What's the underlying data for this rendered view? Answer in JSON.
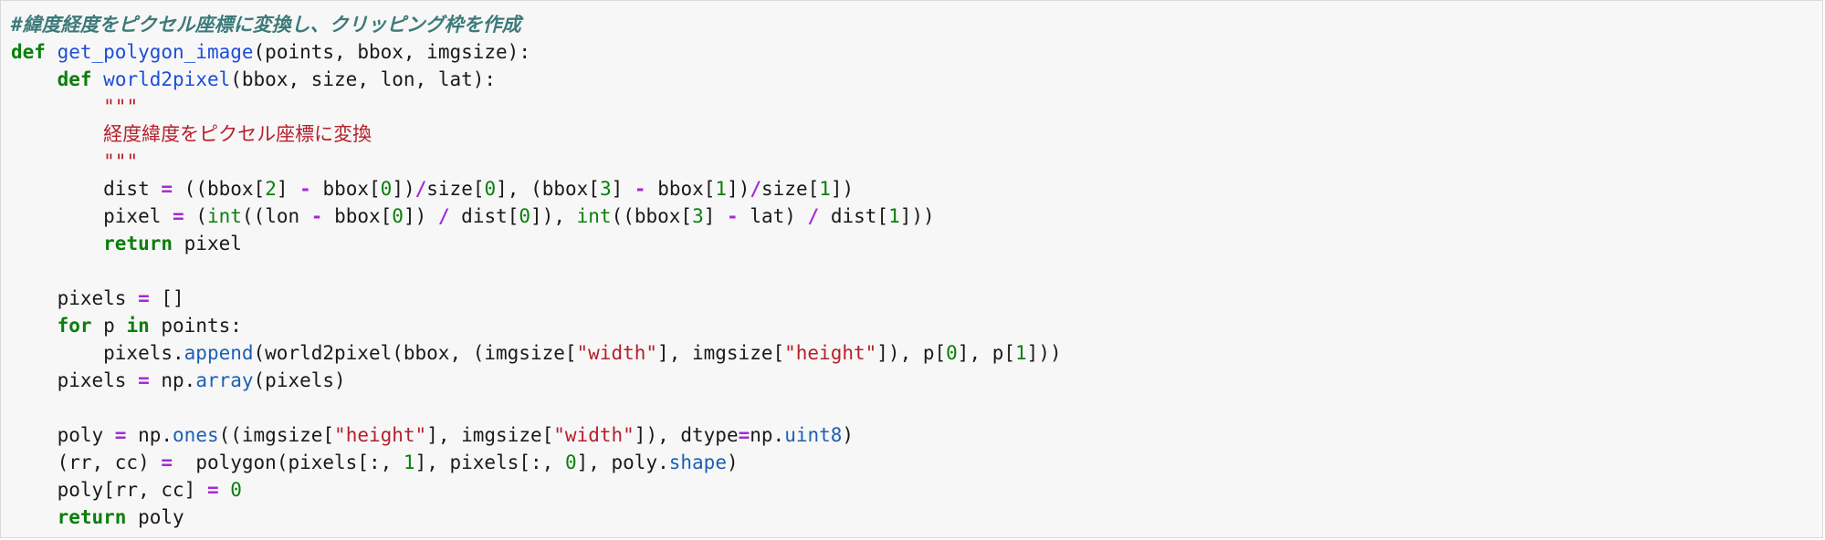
{
  "code": {
    "language": "python",
    "lines": [
      [
        [
          "cm",
          "#緯度経度をピクセル座標に変換し、クリッピング枠を作成"
        ]
      ],
      [
        [
          "kw",
          "def"
        ],
        [
          "tx",
          " "
        ],
        [
          "fn",
          "get_polygon_image"
        ],
        [
          "tx",
          "(points, bbox, imgsize):"
        ]
      ],
      [
        [
          "tx",
          "    "
        ],
        [
          "kw",
          "def"
        ],
        [
          "tx",
          " "
        ],
        [
          "fn",
          "world2pixel"
        ],
        [
          "tx",
          "(bbox, size, lon, lat):"
        ]
      ],
      [
        [
          "tx",
          "        "
        ],
        [
          "str",
          "\"\"\""
        ]
      ],
      [
        [
          "tx",
          "        "
        ],
        [
          "str",
          "経度緯度をピクセル座標に変換"
        ]
      ],
      [
        [
          "tx",
          "        "
        ],
        [
          "str",
          "\"\"\""
        ]
      ],
      [
        [
          "tx",
          "        dist "
        ],
        [
          "op",
          "="
        ],
        [
          "tx",
          " ((bbox["
        ],
        [
          "num",
          "2"
        ],
        [
          "tx",
          "] "
        ],
        [
          "op",
          "-"
        ],
        [
          "tx",
          " bbox["
        ],
        [
          "num",
          "0"
        ],
        [
          "tx",
          "])"
        ],
        [
          "op",
          "/"
        ],
        [
          "tx",
          "size["
        ],
        [
          "num",
          "0"
        ],
        [
          "tx",
          "], (bbox["
        ],
        [
          "num",
          "3"
        ],
        [
          "tx",
          "] "
        ],
        [
          "op",
          "-"
        ],
        [
          "tx",
          " bbox["
        ],
        [
          "num",
          "1"
        ],
        [
          "tx",
          "])"
        ],
        [
          "op",
          "/"
        ],
        [
          "tx",
          "size["
        ],
        [
          "num",
          "1"
        ],
        [
          "tx",
          "])"
        ]
      ],
      [
        [
          "tx",
          "        pixel "
        ],
        [
          "op",
          "="
        ],
        [
          "tx",
          " ("
        ],
        [
          "builtin",
          "int"
        ],
        [
          "tx",
          "((lon "
        ],
        [
          "op",
          "-"
        ],
        [
          "tx",
          " bbox["
        ],
        [
          "num",
          "0"
        ],
        [
          "tx",
          "]) "
        ],
        [
          "op",
          "/"
        ],
        [
          "tx",
          " dist["
        ],
        [
          "num",
          "0"
        ],
        [
          "tx",
          "]), "
        ],
        [
          "builtin",
          "int"
        ],
        [
          "tx",
          "((bbox["
        ],
        [
          "num",
          "3"
        ],
        [
          "tx",
          "] "
        ],
        [
          "op",
          "-"
        ],
        [
          "tx",
          " lat) "
        ],
        [
          "op",
          "/"
        ],
        [
          "tx",
          " dist["
        ],
        [
          "num",
          "1"
        ],
        [
          "tx",
          "]))"
        ]
      ],
      [
        [
          "tx",
          "        "
        ],
        [
          "kw",
          "return"
        ],
        [
          "tx",
          " pixel"
        ]
      ],
      [],
      [
        [
          "tx",
          "    pixels "
        ],
        [
          "op",
          "="
        ],
        [
          "tx",
          " []"
        ]
      ],
      [
        [
          "tx",
          "    "
        ],
        [
          "kw",
          "for"
        ],
        [
          "tx",
          " p "
        ],
        [
          "kw",
          "in"
        ],
        [
          "tx",
          " points:"
        ]
      ],
      [
        [
          "tx",
          "        pixels."
        ],
        [
          "attr",
          "append"
        ],
        [
          "tx",
          "(world2pixel(bbox, (imgsize["
        ],
        [
          "str",
          "\"width\""
        ],
        [
          "tx",
          "], imgsize["
        ],
        [
          "str",
          "\"height\""
        ],
        [
          "tx",
          "]), p["
        ],
        [
          "num",
          "0"
        ],
        [
          "tx",
          "], p["
        ],
        [
          "num",
          "1"
        ],
        [
          "tx",
          "]))"
        ]
      ],
      [
        [
          "tx",
          "    pixels "
        ],
        [
          "op",
          "="
        ],
        [
          "tx",
          " np."
        ],
        [
          "attr",
          "array"
        ],
        [
          "tx",
          "(pixels)"
        ]
      ],
      [],
      [
        [
          "tx",
          "    poly "
        ],
        [
          "op",
          "="
        ],
        [
          "tx",
          " np."
        ],
        [
          "attr",
          "ones"
        ],
        [
          "tx",
          "((imgsize["
        ],
        [
          "str",
          "\"height\""
        ],
        [
          "tx",
          "], imgsize["
        ],
        [
          "str",
          "\"width\""
        ],
        [
          "tx",
          "]), dtype"
        ],
        [
          "op",
          "="
        ],
        [
          "tx",
          "np."
        ],
        [
          "attr",
          "uint8"
        ],
        [
          "tx",
          ")"
        ]
      ],
      [
        [
          "tx",
          "    (rr, cc) "
        ],
        [
          "op",
          "="
        ],
        [
          "tx",
          "  polygon(pixels[:, "
        ],
        [
          "num",
          "1"
        ],
        [
          "tx",
          "], pixels[:, "
        ],
        [
          "num",
          "0"
        ],
        [
          "tx",
          "], poly."
        ],
        [
          "attr",
          "shape"
        ],
        [
          "tx",
          ")"
        ]
      ],
      [
        [
          "tx",
          "    poly[rr, cc] "
        ],
        [
          "op",
          "="
        ],
        [
          "tx",
          " "
        ],
        [
          "num",
          "0"
        ]
      ],
      [
        [
          "tx",
          "    "
        ],
        [
          "kw",
          "return"
        ],
        [
          "tx",
          " poly"
        ]
      ]
    ]
  }
}
